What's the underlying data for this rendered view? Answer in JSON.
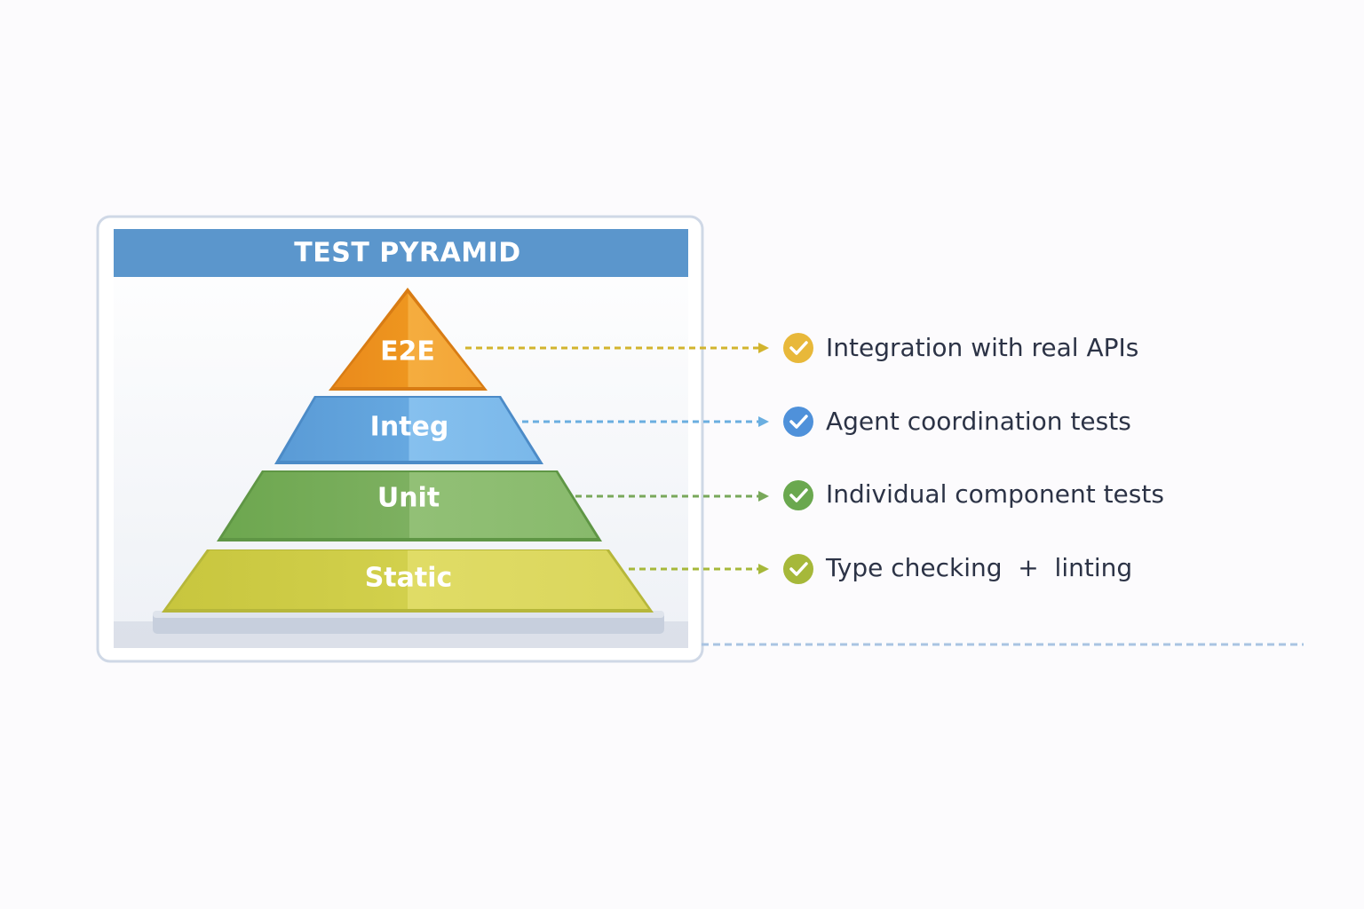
{
  "title": "TEST PYRAMID",
  "colors": {
    "header": "#5b96cc",
    "e2e": "#f0a02e",
    "integ": "#72b2e6",
    "unit": "#82b466",
    "static": "#d4d35a",
    "check_e2e": "#e8b83a",
    "check_integ": "#4f91da",
    "check_unit": "#6aa84f",
    "check_static": "#a6b83a"
  },
  "tiers": [
    {
      "label": "E2E",
      "description": "Integration with real APIs",
      "color_key": "e2e",
      "check_key": "check_e2e",
      "icon": "check-circle-icon"
    },
    {
      "label": "Integ",
      "description": "Agent coordination tests",
      "color_key": "integ",
      "check_key": "check_integ",
      "icon": "check-circle-icon"
    },
    {
      "label": "Unit",
      "description": "Individual component tests",
      "color_key": "unit",
      "check_key": "check_unit",
      "icon": "check-circle-icon"
    },
    {
      "label": "Static",
      "description": "Type checking  +  linting",
      "color_key": "static",
      "check_key": "check_static",
      "icon": "check-circle-icon"
    }
  ]
}
